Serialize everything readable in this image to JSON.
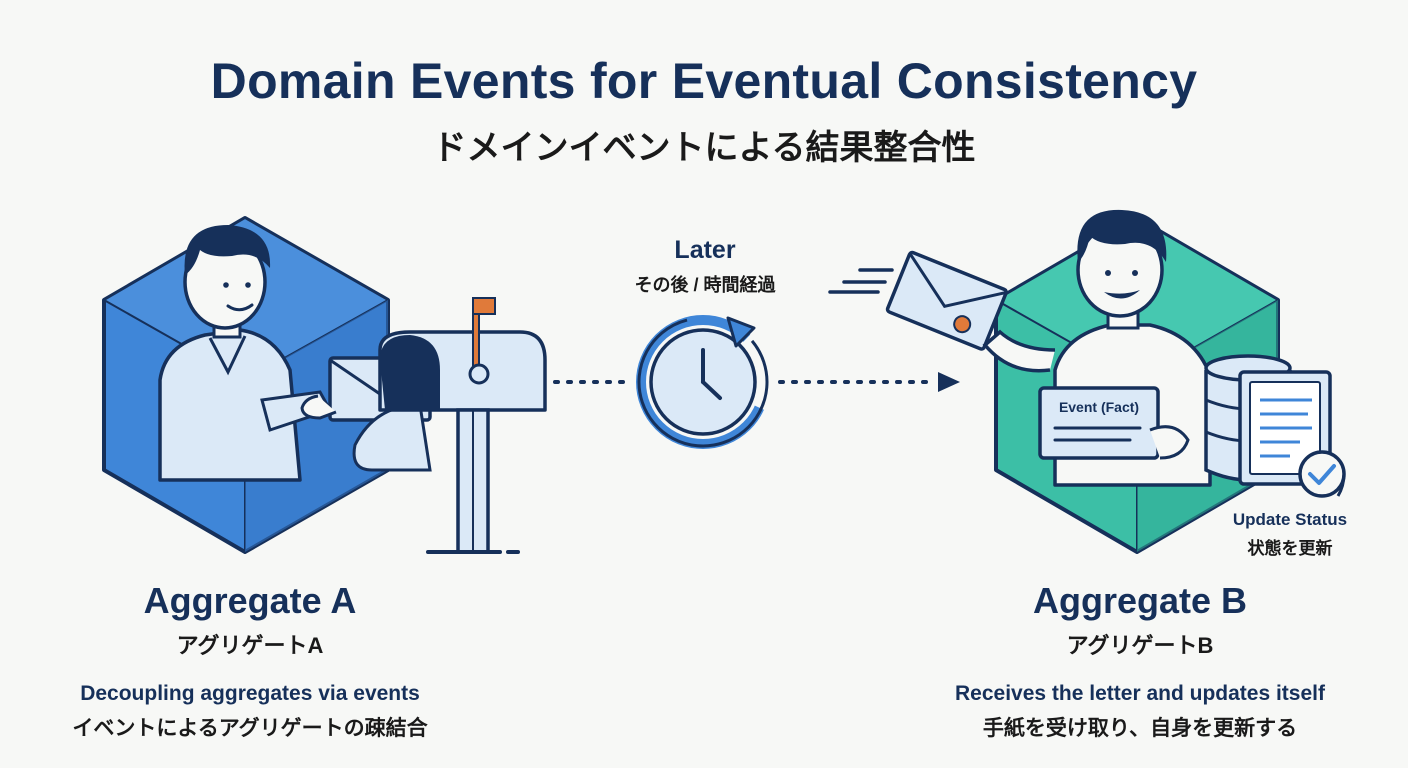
{
  "title": "Domain Events for Eventual Consistency",
  "subtitle": "ドメインイベントによる結果整合性",
  "later": {
    "label": "Later",
    "jp": "その後 / 時間経過"
  },
  "aggregate_a": {
    "name": "Aggregate A",
    "name_jp": "アグリゲートA",
    "desc": "Decoupling aggregates via events",
    "desc_jp": "イベントによるアグリゲートの疎結合"
  },
  "aggregate_b": {
    "name": "Aggregate B",
    "name_jp": "アグリゲートB",
    "desc": "Receives the letter and updates itself",
    "desc_jp": "手紙を受け取り、自身を更新する"
  },
  "event_card": "Event (Fact)",
  "update": {
    "label": "Update Status",
    "jp": "状態を更新"
  },
  "colors": {
    "navy": "#16305a",
    "blue": "#3f86d8",
    "teal": "#3cbfa6",
    "light_blue": "#dbe9f7",
    "orange": "#e07a3a"
  }
}
